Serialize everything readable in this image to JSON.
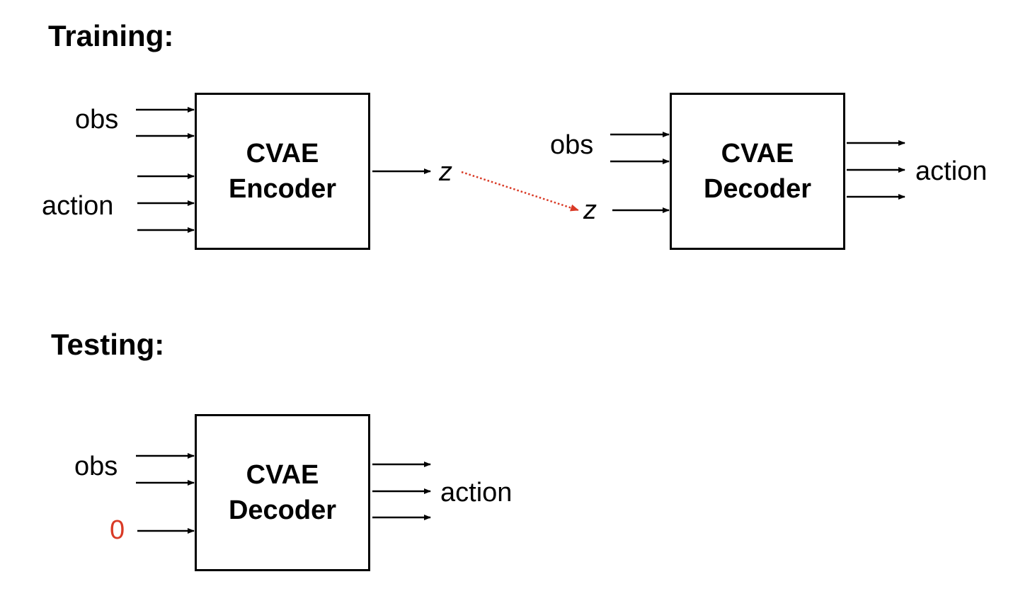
{
  "training": {
    "heading": "Training:",
    "encoder": {
      "line1": "CVAE",
      "line2": "Encoder"
    },
    "decoder": {
      "line1": "CVAE",
      "line2": "Decoder"
    },
    "enc_obs_label": "obs",
    "enc_action_label": "action",
    "enc_out_label": "z",
    "dec_obs_label": "obs",
    "dec_z_label": "z",
    "dec_out_label": "action"
  },
  "testing": {
    "heading": "Testing:",
    "decoder": {
      "line1": "CVAE",
      "line2": "Decoder"
    },
    "obs_label": "obs",
    "zero_label": "0",
    "out_label": "action"
  },
  "colors": {
    "accent": "#d93a26",
    "line": "#000000"
  }
}
